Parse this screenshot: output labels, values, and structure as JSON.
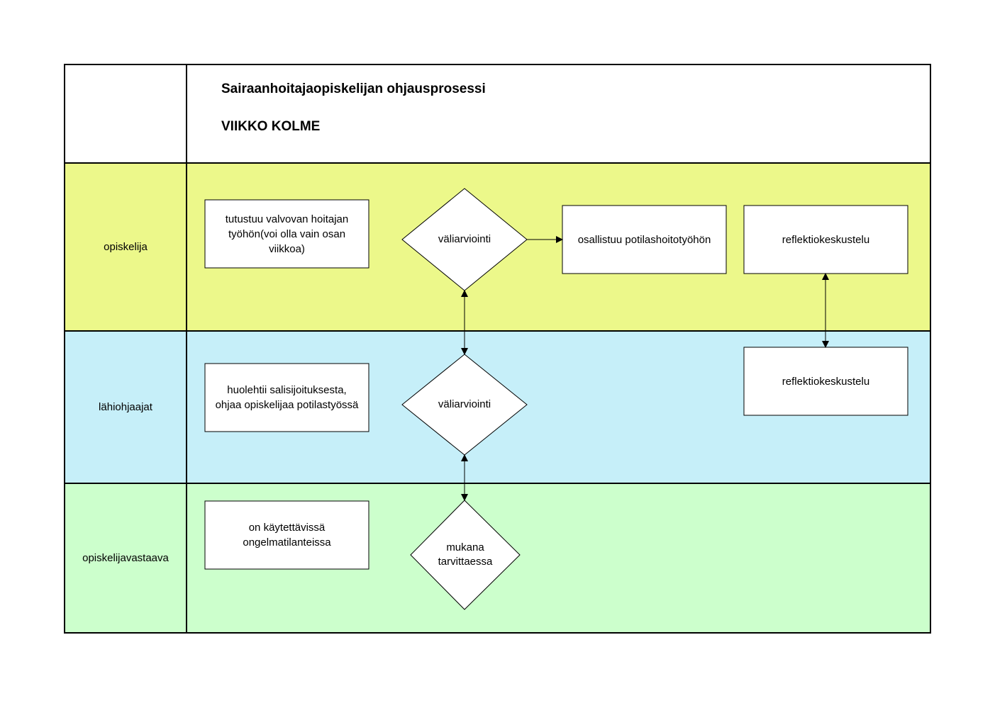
{
  "header": {
    "title": "Sairaanhoitajaopiskelijan ohjausprosessi",
    "subtitle": "VIIKKO KOLME"
  },
  "lanes": [
    {
      "label": "opiskelija",
      "color": "#ecf88a"
    },
    {
      "label": "lähiohjaajat",
      "color": "#c6eff9"
    },
    {
      "label": "opiskelijavastaava",
      "color": "#ccffcc"
    }
  ],
  "steps": {
    "student_intro": "tutustuu valvovan hoitajan työhön(voi olla vain osan viikkoa)",
    "student_review": "väliarviointi",
    "student_care": "osallistuu potilashoitotyöhön",
    "student_reflection": "reflektiokeskustelu",
    "supervisor_task": "huolehtii salisijoituksesta,  ohjaa opiskelijaa potilastyössä",
    "supervisor_review": "väliarviointi",
    "supervisor_reflection": "reflektiokeskustelu",
    "coordinator_task": "on käytettävissä ongelmatilanteissa",
    "coordinator_decision": "mukana tarvittaessa"
  }
}
